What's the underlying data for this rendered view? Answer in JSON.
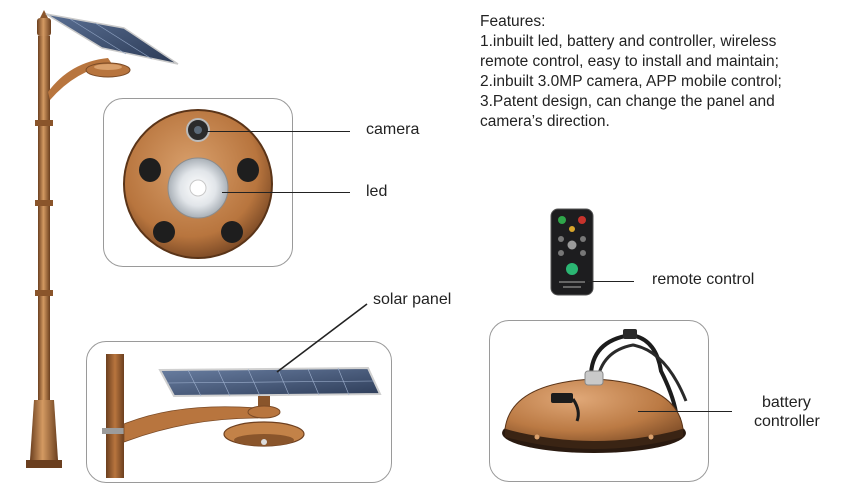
{
  "features": {
    "heading": "Features:",
    "lines": [
      "1.inbuilt led, battery and controller, wireless",
      "remote control, easy to install and maintain;",
      "2.inbuilt 3.0MP camera, APP mobile control;",
      "3.Patent design, can change the panel and",
      "camera’s direction."
    ]
  },
  "labels": {
    "camera": "camera",
    "led": "led",
    "solar_panel": "solar panel",
    "remote_control": "remote control",
    "battery": "battery",
    "controller": "controller"
  },
  "colors": {
    "bronze": "#b8753e",
    "bronze_dark": "#7a4a26",
    "bronze_light": "#d9a06c",
    "panel_border": "#9a9a9a",
    "solar_blue": "#3e5170",
    "remote_body": "#1d1d1f",
    "led_white": "#e9ecef"
  }
}
